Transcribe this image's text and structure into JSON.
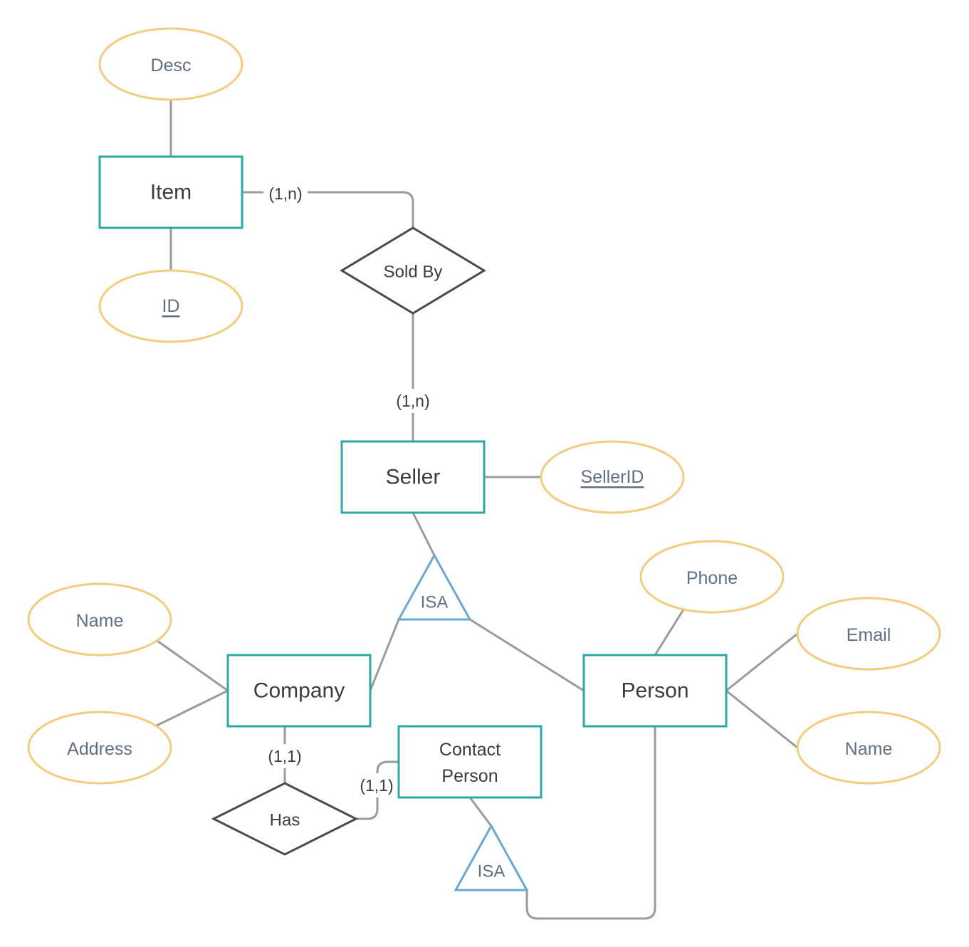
{
  "entities": {
    "item": "Item",
    "seller": "Seller",
    "company": "Company",
    "person": "Person",
    "contact_person_line1": "Contact",
    "contact_person_line2": "Person"
  },
  "attributes": {
    "item_desc": "Desc",
    "item_id": "ID",
    "seller_id": "SellerID",
    "company_name": "Name",
    "company_address": "Address",
    "person_phone": "Phone",
    "person_email": "Email",
    "person_name": "Name"
  },
  "relationships": {
    "sold_by": "Sold By",
    "has": "Has"
  },
  "isa": {
    "seller_isa": "ISA",
    "contact_isa": "ISA"
  },
  "cardinalities": {
    "item_sold_by": "(1,n)",
    "seller_sold_by": "(1,n)",
    "company_has": "(1,1)",
    "contact_has": "(1,1)"
  },
  "key_attributes": [
    "ID",
    "SellerID"
  ],
  "colors": {
    "entity_border": "#2aa9a4",
    "attribute_border": "#f2cd7d",
    "relationship_border": "#4a4a4a",
    "isa_border": "#69a8d6",
    "connector": "#9b9b9b",
    "attribute_text": "#617082",
    "entity_text": "#3c3c3c"
  }
}
